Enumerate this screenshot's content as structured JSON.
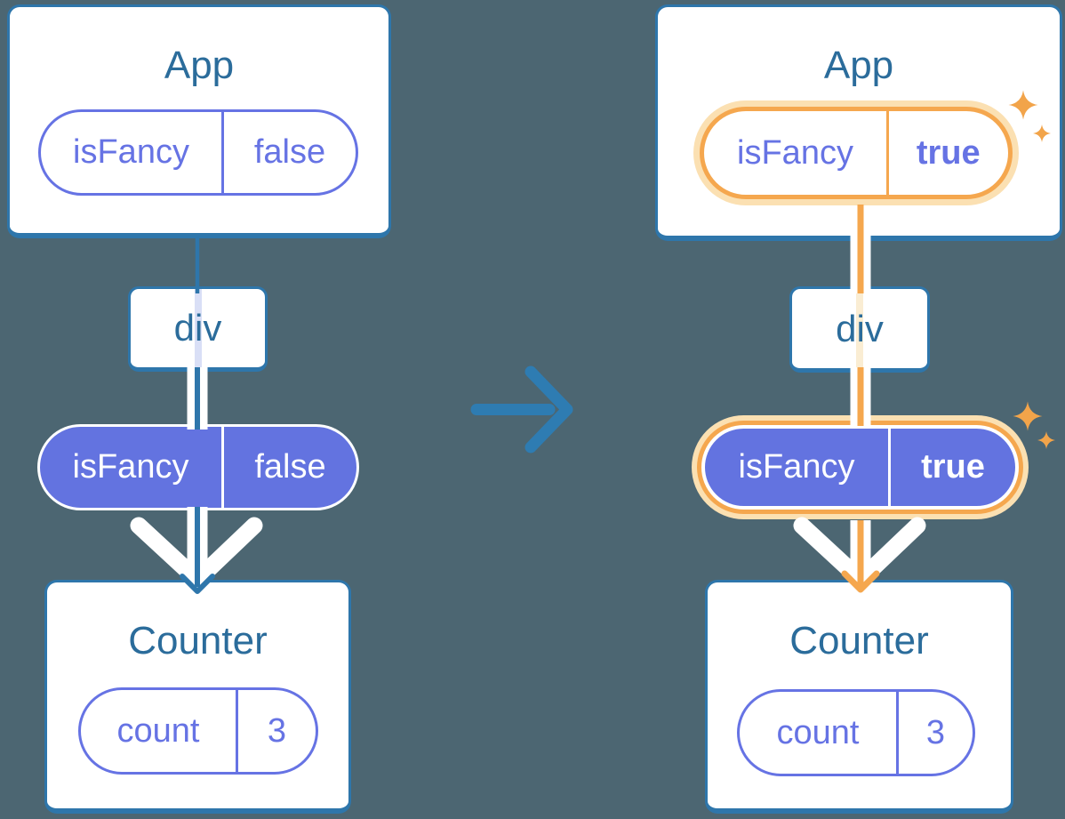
{
  "colors": {
    "background": "#4C6672",
    "card_border": "#2E76AB",
    "title_text": "#2B6C9B",
    "purple": "#6673E4",
    "purple_fill": "#6373E0",
    "orange": "#F5A74E",
    "orange_glow": "#FBE0B2",
    "sparkle": "#F2A44A",
    "lavender_stripe": "#D9DFF6",
    "cream_stripe": "#FAEDD3"
  },
  "left_tree": {
    "app_card": {
      "title": "App",
      "prop_pill": {
        "name": "isFancy",
        "value": "false"
      }
    },
    "div_box": {
      "label": "div"
    },
    "passed_prop_pill": {
      "name": "isFancy",
      "value": "false"
    },
    "counter_card": {
      "title": "Counter",
      "state_pill": {
        "name": "count",
        "value": "3"
      }
    }
  },
  "right_tree": {
    "app_card": {
      "title": "App",
      "prop_pill": {
        "name": "isFancy",
        "value": "true"
      }
    },
    "div_box": {
      "label": "div"
    },
    "passed_prop_pill": {
      "name": "isFancy",
      "value": "true"
    },
    "counter_card": {
      "title": "Counter",
      "state_pill": {
        "name": "count",
        "value": "3"
      }
    }
  },
  "icons": {
    "transition_arrow": "arrow-right",
    "sparkles": "sparkle"
  }
}
